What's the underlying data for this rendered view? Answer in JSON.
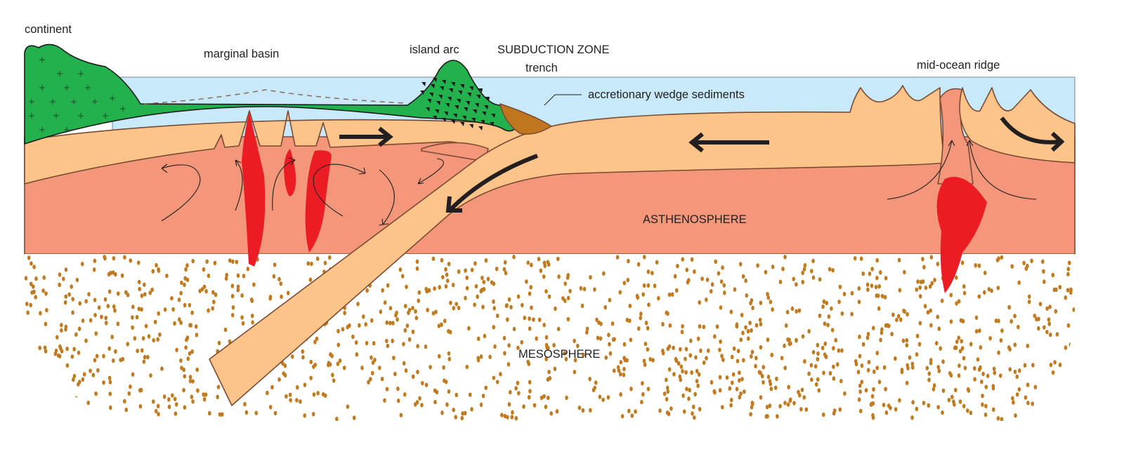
{
  "labels": {
    "continent": "continent",
    "marginal_basin": "marginal basin",
    "island_arc": "island arc",
    "subduction_zone": "SUBDUCTION ZONE",
    "trench": "trench",
    "accretionary_wedge": "accretionary wedge sediments",
    "mid_ocean_ridge": "mid-ocean ridge",
    "asthenosphere": "ASTHENOSPHERE",
    "mesosphere": "MESOSPHERE"
  },
  "colors": {
    "ocean": "#c7e9f9",
    "continent_green": "#22b14c",
    "lithosphere": "#fcc488",
    "asthenosphere": "#f4967a",
    "magma": "#ec1c24",
    "sediment": "#c0761c",
    "mesosphere_dots": "#c17a1f"
  }
}
